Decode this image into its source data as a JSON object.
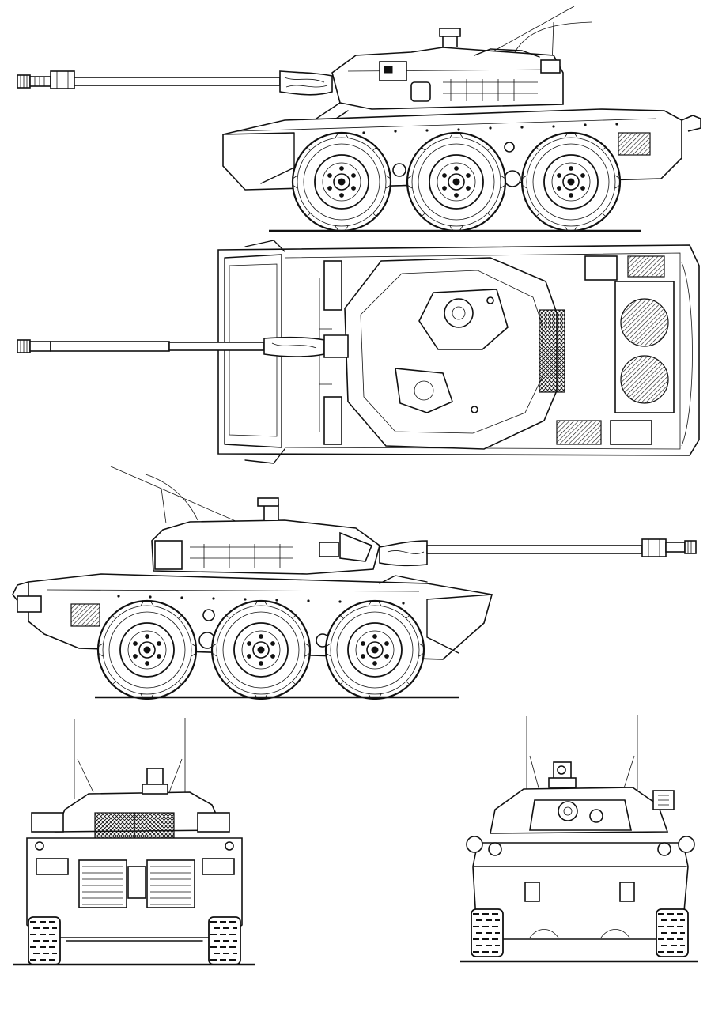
{
  "drawing": {
    "subject": "",
    "views": [
      {
        "id": "side-right",
        "label": ""
      },
      {
        "id": "top",
        "label": ""
      },
      {
        "id": "side-left",
        "label": ""
      },
      {
        "id": "rear",
        "label": ""
      },
      {
        "id": "front",
        "label": ""
      }
    ],
    "line_color": "#111111",
    "background_color": "#ffffff"
  }
}
